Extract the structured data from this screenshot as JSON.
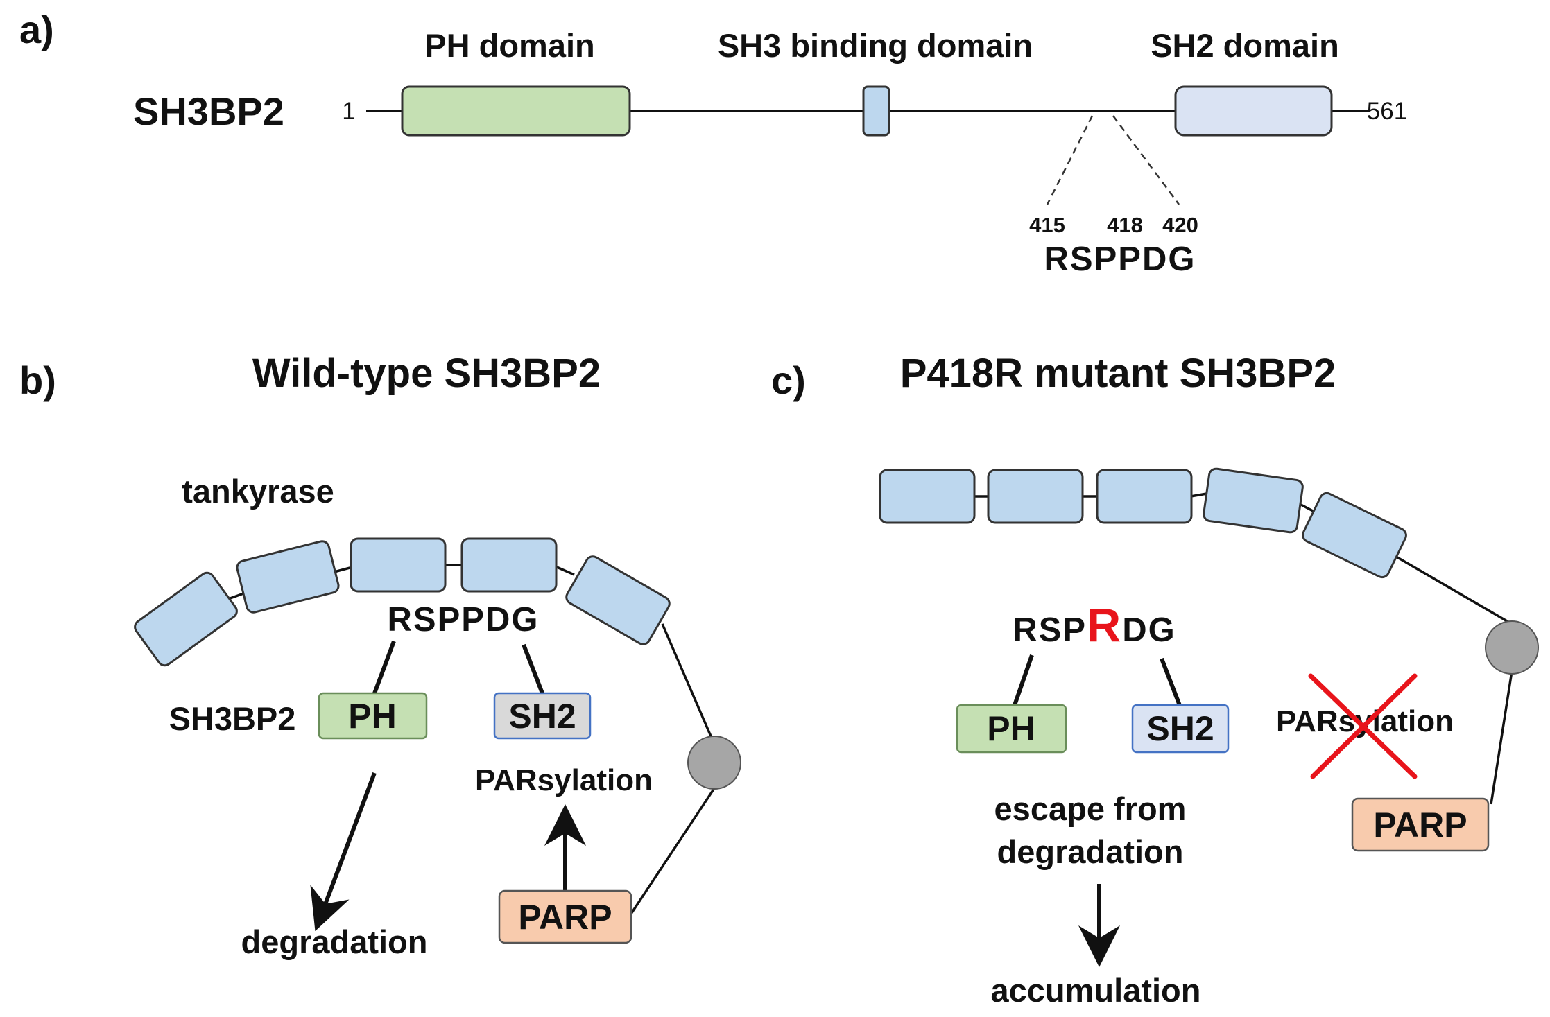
{
  "panel_a": {
    "label": "a)",
    "protein": "SH3BP2",
    "start": "1",
    "end": "561",
    "domains": {
      "ph": "PH domain",
      "sh3": "SH3 binding domain",
      "sh2": "SH2 domain"
    },
    "residues": [
      "415",
      "418",
      "420"
    ],
    "motif": "RSPPDG"
  },
  "panel_b": {
    "label": "b)",
    "title": "Wild-type SH3BP2",
    "tankyrase": "tankyrase",
    "motif": "RSPPDG",
    "protein": "SH3BP2",
    "ph": "PH",
    "sh2": "SH2",
    "parsylation": "PARsylation",
    "parp": "PARP",
    "degradation": "degradation"
  },
  "panel_c": {
    "label": "c)",
    "title": "P418R mutant SH3BP2",
    "motif_prefix": "RSP",
    "motif_mutation": "R",
    "motif_suffix": "DG",
    "ph": "PH",
    "sh2": "SH2",
    "parsylation": "PARsylation",
    "parp": "PARP",
    "escape_line1": "escape from",
    "escape_line2": "degradation",
    "accumulation": "accumulation"
  },
  "colors": {
    "ph_fill": "#c5e0b3",
    "sh3_fill": "#bdd7ee",
    "sh2_fill": "#dae3f3",
    "tankyrase_fill": "#bdd7ee",
    "sh2_small_fill": "#d9d9d9",
    "parp_fill": "#f8cbad",
    "node_fill": "#a6a6a6",
    "cross": "#e8141b"
  }
}
